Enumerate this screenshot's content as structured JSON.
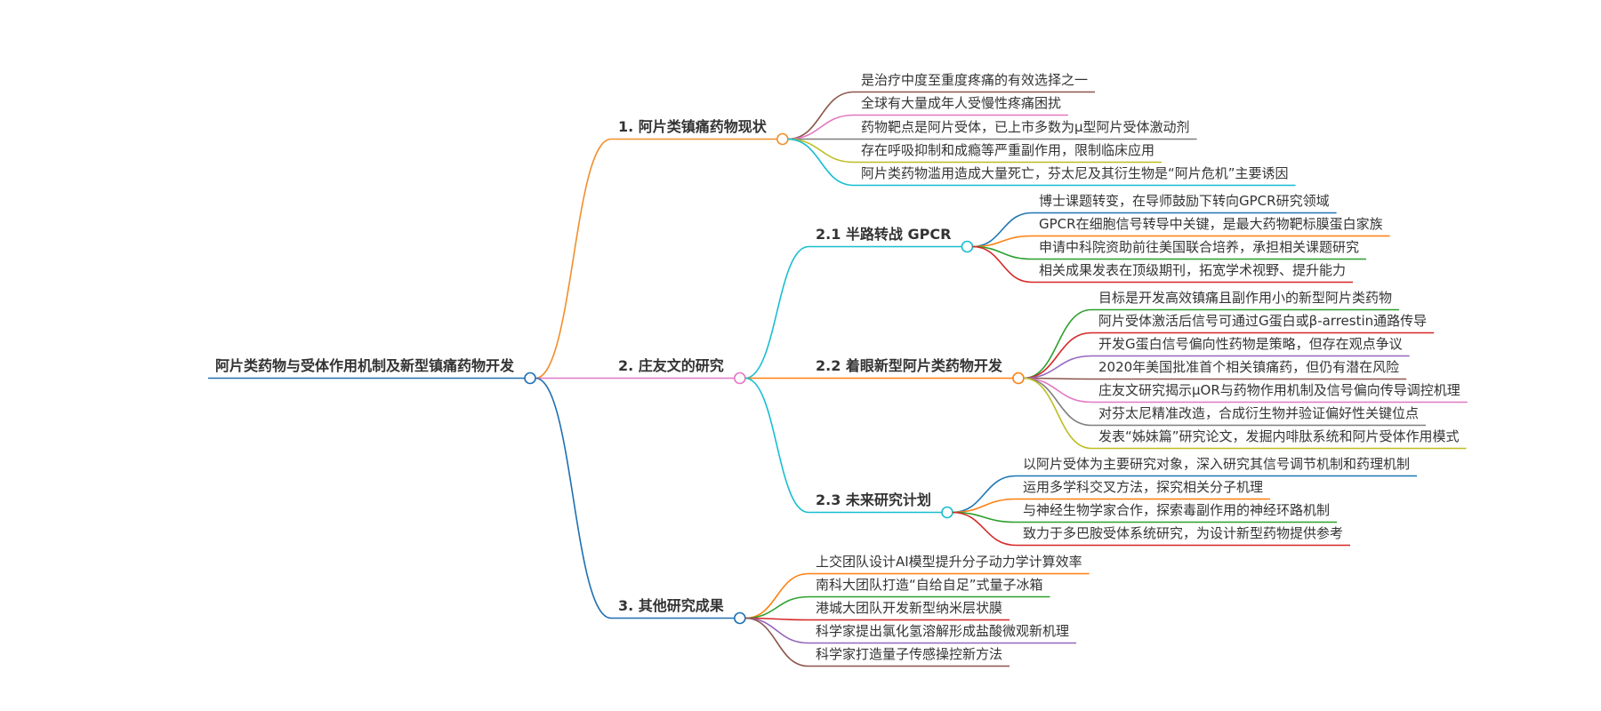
{
  "root": {
    "label": "阿片类药物与受体作用机制及新型镇痛药物开发",
    "color": "#1f6fb2"
  },
  "branches": [
    {
      "label": "1. 阿片类镇痛药物现状",
      "color": "#f28e2b",
      "leaves": [
        {
          "label": "是治疗中度至重度疼痛的有效选择之一",
          "color": "#8c564b"
        },
        {
          "label": "全球有大量成年人受慢性疼痛困扰",
          "color": "#e377c2"
        },
        {
          "label": "药物靶点是阿片受体，已上市多数为μ型阿片受体激动剂",
          "color": "#7f7f7f"
        },
        {
          "label": "存在呼吸抑制和成瘾等严重副作用，限制临床应用",
          "color": "#bcbd22"
        },
        {
          "label": "阿片类药物滥用造成大量死亡，芬太尼及其衍生物是“阿片危机”主要诱因",
          "color": "#17becf"
        }
      ]
    },
    {
      "label": "2. 庄友文的研究",
      "color": "#e377c2",
      "subbranches": [
        {
          "label": "2.1 半路转战 GPCR",
          "color": "#17becf",
          "leaves": [
            {
              "label": "博士课题转变，在导师鼓励下转向GPCR研究领域",
              "color": "#1f77b4"
            },
            {
              "label": "GPCR在细胞信号转导中关键，是最大药物靶标膜蛋白家族",
              "color": "#ff7f0e"
            },
            {
              "label": "申请中科院资助前往美国联合培养，承担相关课题研究",
              "color": "#2ca02c"
            },
            {
              "label": "相关成果发表在顶级期刊，拓宽学术视野、提升能力",
              "color": "#d62728"
            }
          ]
        },
        {
          "label": "2.2 着眼新型阿片类药物开发",
          "color": "#ff7f0e",
          "leaves": [
            {
              "label": "目标是开发高效镇痛且副作用小的新型阿片类药物",
              "color": "#2ca02c"
            },
            {
              "label": "阿片受体激活后信号可通过G蛋白或β-arrestin通路传导",
              "color": "#d62728"
            },
            {
              "label": "开发G蛋白信号偏向性药物是策略，但存在观点争议",
              "color": "#9467bd"
            },
            {
              "label": "2020年美国批准首个相关镇痛药，但仍有潜在风险",
              "color": "#8c564b"
            },
            {
              "label": "庄友文研究揭示μOR与药物作用机制及信号偏向传导调控机理",
              "color": "#e377c2"
            },
            {
              "label": "对芬太尼精准改造，合成衍生物并验证偏好性关键位点",
              "color": "#7f7f7f"
            },
            {
              "label": "发表“姊妹篇”研究论文，发掘内啡肽系统和阿片受体作用模式",
              "color": "#bcbd22"
            }
          ]
        },
        {
          "label": "2.3 未来研究计划",
          "color": "#17becf",
          "leaves": [
            {
              "label": "以阿片受体为主要研究对象，深入研究其信号调节机制和药理机制",
              "color": "#1f77b4"
            },
            {
              "label": "运用多学科交叉方法，探究相关分子机理",
              "color": "#ff7f0e"
            },
            {
              "label": "与神经生物学家合作，探索毒副作用的神经环路机制",
              "color": "#2ca02c"
            },
            {
              "label": "致力于多巴胺受体系统研究，为设计新型药物提供参考",
              "color": "#d62728"
            }
          ]
        }
      ]
    },
    {
      "label": "3. 其他研究成果",
      "color": "#1f6fb2",
      "leaves": [
        {
          "label": "上交团队设计AI模型提升分子动力学计算效率",
          "color": "#ff7f0e"
        },
        {
          "label": "南科大团队打造“自给自足”式量子冰箱",
          "color": "#2ca02c"
        },
        {
          "label": "港城大团队开发新型纳米层状膜",
          "color": "#d62728"
        },
        {
          "label": "科学家提出氯化氢溶解形成盐酸微观新机理",
          "color": "#9467bd"
        },
        {
          "label": "科学家打造量子传感操控新方法",
          "color": "#8c564b"
        }
      ]
    }
  ]
}
